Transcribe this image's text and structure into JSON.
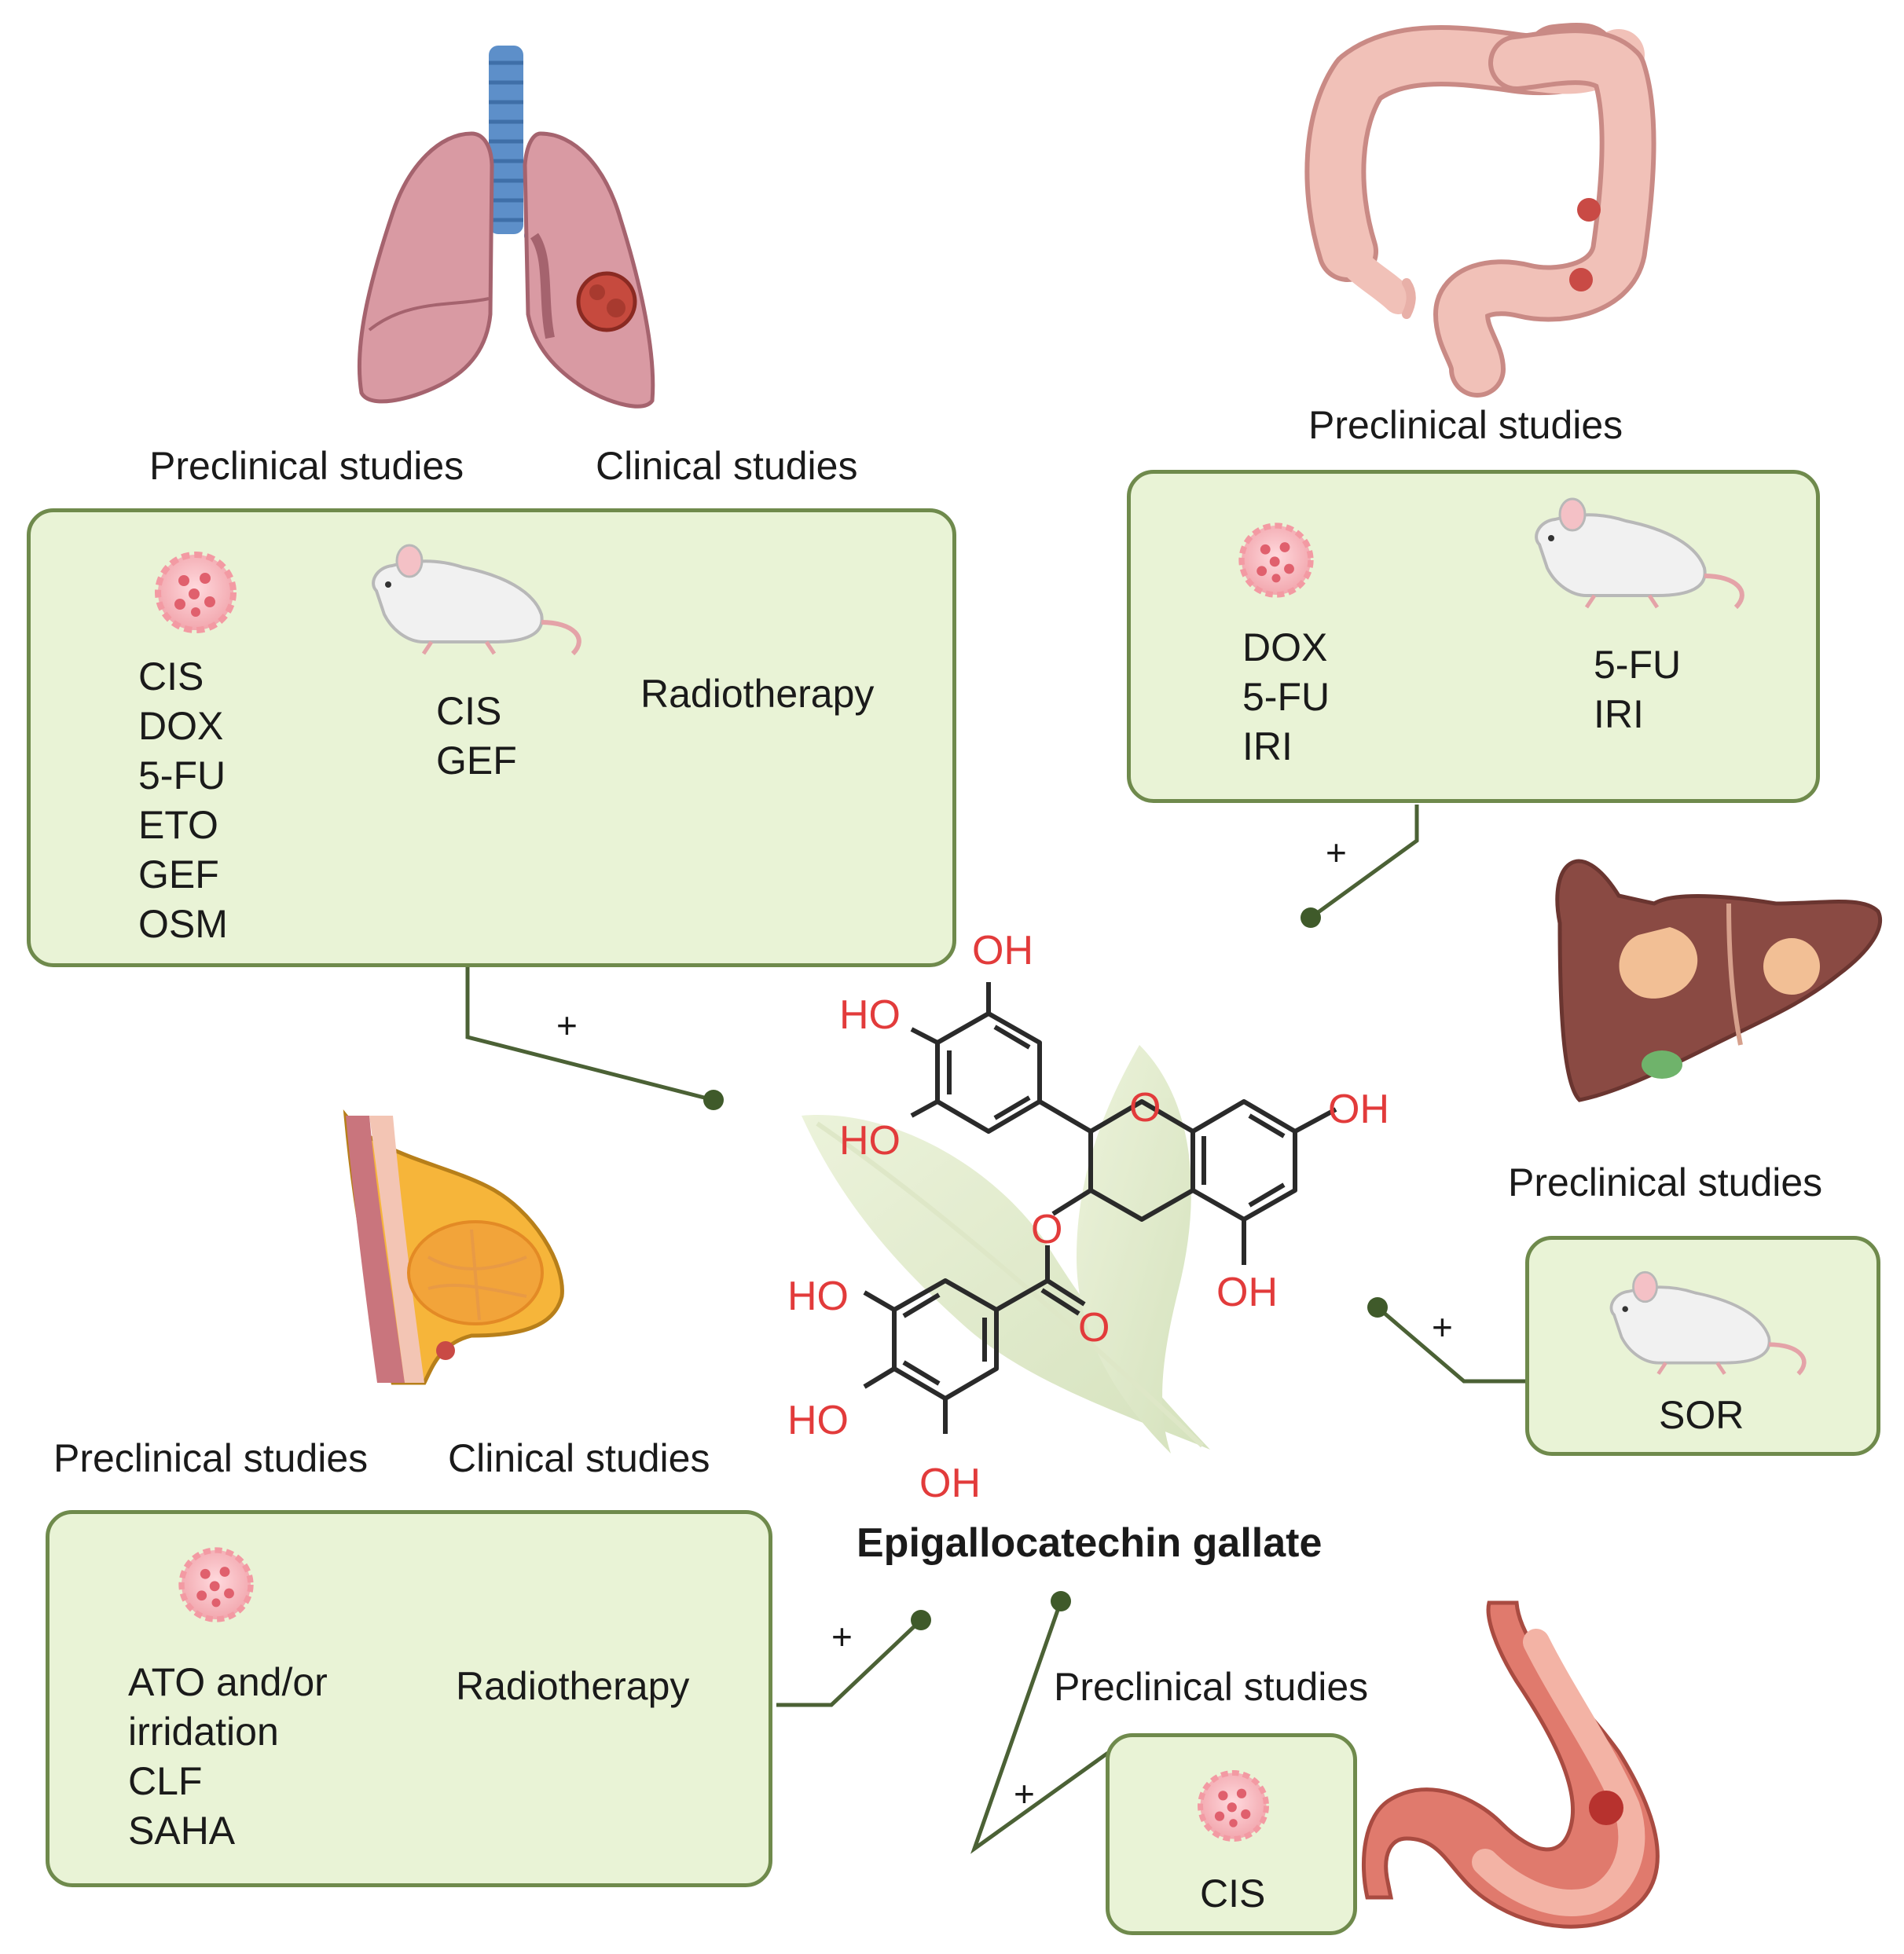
{
  "title": "Epigallocatechin gallate",
  "lung": {
    "headers": {
      "preclinical": "Preclinical studies",
      "clinical": "Clinical studies"
    },
    "cell_drugs": [
      "CIS",
      "DOX",
      "5-FU",
      "ETO",
      "GEF",
      "OSM"
    ],
    "mouse_drugs": [
      "CIS",
      "GEF"
    ],
    "clinical": "Radiotherapy",
    "plus": "+"
  },
  "colon": {
    "header": "Preclinical studies",
    "cell_drugs": [
      "DOX",
      "5-FU",
      "IRI"
    ],
    "mouse_drugs": [
      "5-FU",
      "IRI"
    ],
    "plus": "+"
  },
  "liver": {
    "header": "Preclinical studies",
    "mouse_drugs": [
      "SOR"
    ],
    "plus": "+"
  },
  "breast": {
    "headers": {
      "preclinical": "Preclinical studies",
      "clinical": "Clinical studies"
    },
    "cell_drugs": [
      "ATO and/or",
      "irridation",
      "CLF",
      "SAHA"
    ],
    "clinical": "Radiotherapy",
    "plus": "+"
  },
  "stomach": {
    "header": "Preclinical studies",
    "cell_drugs": [
      "CIS"
    ],
    "plus": "+"
  },
  "molecule": {
    "oh": "OH",
    "ho": "HO",
    "o": "O"
  },
  "colors": {
    "box_fill": "#e9f3d6",
    "box_border": "#6f8a4c",
    "connector": "#4b6135",
    "dot": "#3f5a2a",
    "molecule_atoms": "#e23b3b",
    "molecule_bonds": "#2a2a2a"
  }
}
